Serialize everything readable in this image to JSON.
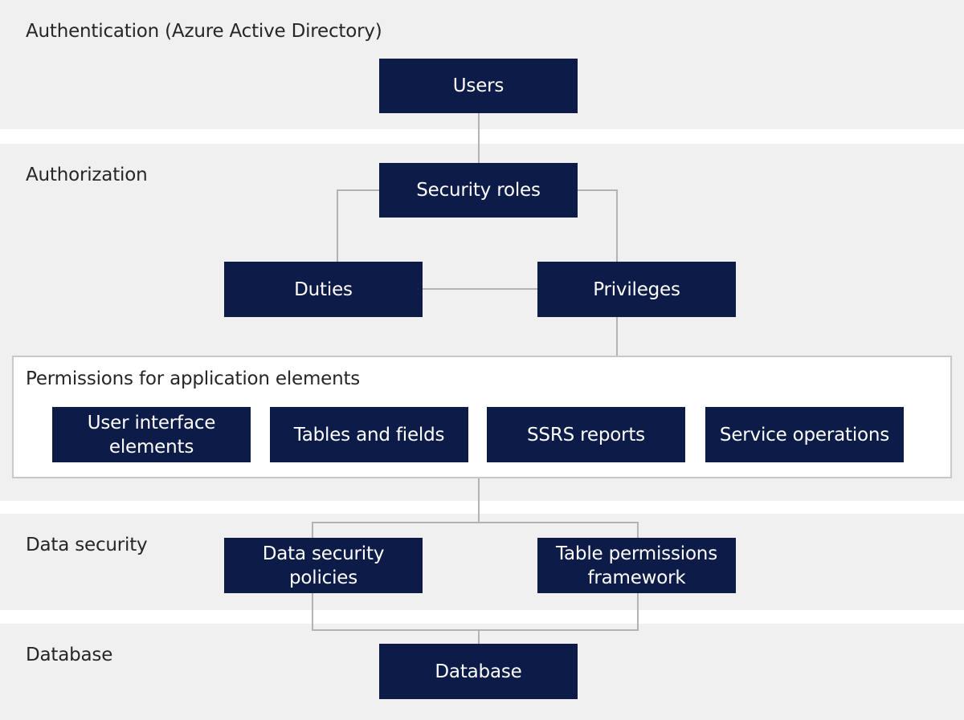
{
  "bands": {
    "authentication": "Authentication (Azure Active Directory)",
    "authorization": "Authorization",
    "data_security": "Data security",
    "database": "Database"
  },
  "permissions": {
    "title": "Permissions for application elements",
    "items": [
      "User interface elements",
      "Tables and fields",
      "SSRS reports",
      "Service operations"
    ]
  },
  "nodes": {
    "users": "Users",
    "security_roles": "Security roles",
    "duties": "Duties",
    "privileges": "Privileges",
    "data_security_policies": "Data security policies",
    "table_permissions_framework": "Table permissions framework",
    "database": "Database"
  },
  "colors": {
    "node_fill": "#0d1b48",
    "band_fill": "#f0f0f0",
    "connector": "#b3b3b3"
  }
}
